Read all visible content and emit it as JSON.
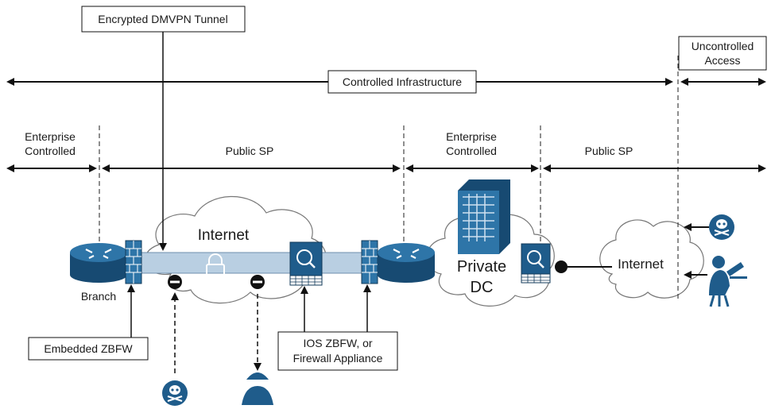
{
  "labels": {
    "tunnel": "Encrypted DMVPN Tunnel",
    "uncontrolled_1": "Uncontrolled",
    "uncontrolled_2": "Access",
    "controlled_infra": "Controlled Infrastructure",
    "enterprise_left_1": "Enterprise",
    "enterprise_left_2": "Controlled",
    "public_sp_1": "Public SP",
    "enterprise_mid_1": "Enterprise",
    "enterprise_mid_2": "Controlled",
    "public_sp_2": "Public SP",
    "internet_1": "Internet",
    "internet_2": "Internet",
    "private_dc_1": "Private",
    "private_dc_2": "DC",
    "branch": "Branch",
    "embedded_zbfw": "Embedded ZBFW",
    "ios_zbfw_1": "IOS ZBFW, or",
    "ios_zbfw_2": "Firewall Appliance"
  },
  "icons": {
    "router": "router-icon",
    "firewall": "firewall-brick-icon",
    "appliance": "firewall-appliance-icon",
    "lock": "lock-icon",
    "skull": "skull-crossbones-icon",
    "hacker": "hacker-icon",
    "building": "datacenter-building-icon"
  },
  "colors": {
    "blue": "#1f5c8b",
    "tunnel": "#b9cfe2",
    "cloud": "#ffffff",
    "line": "#111111"
  }
}
